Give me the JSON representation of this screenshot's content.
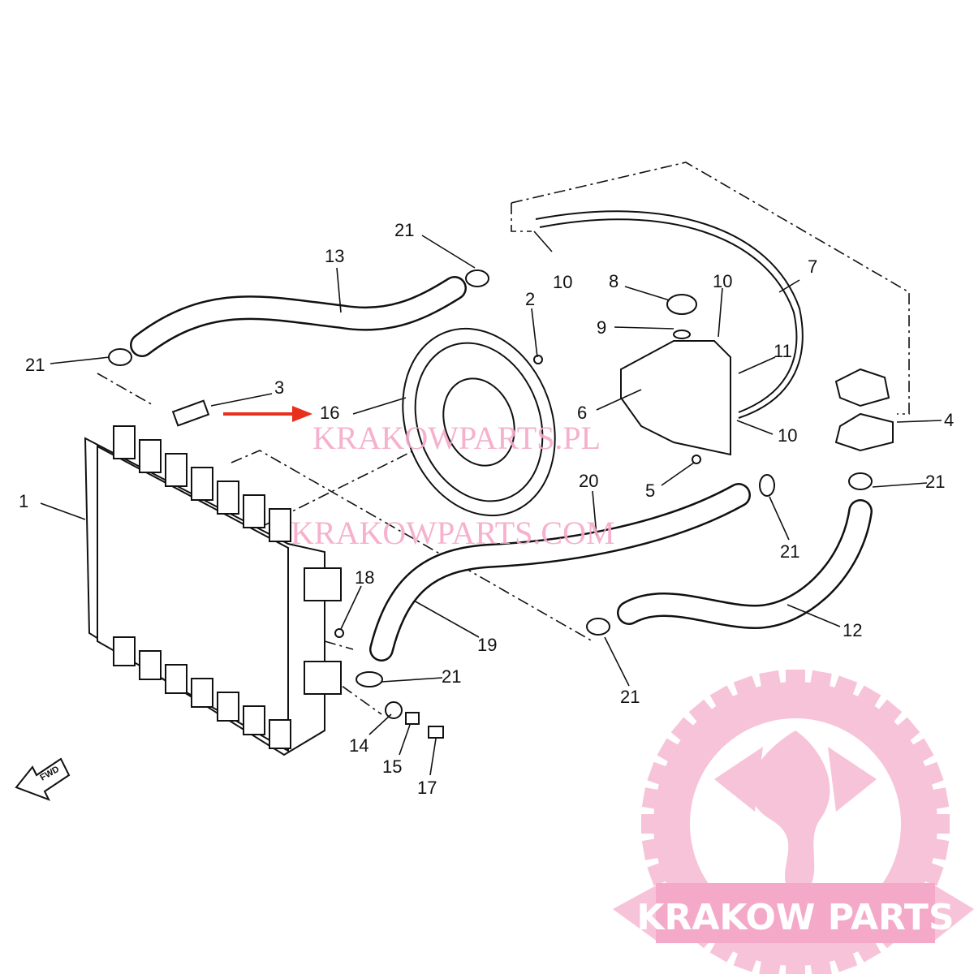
{
  "callouts": [
    {
      "id": "21a",
      "text": "21"
    },
    {
      "id": "13",
      "text": "13"
    },
    {
      "id": "10a",
      "text": "10"
    },
    {
      "id": "8",
      "text": "8"
    },
    {
      "id": "10b",
      "text": "10"
    },
    {
      "id": "7",
      "text": "7"
    },
    {
      "id": "2",
      "text": "2"
    },
    {
      "id": "9",
      "text": "9"
    },
    {
      "id": "11",
      "text": "11"
    },
    {
      "id": "21b",
      "text": "21"
    },
    {
      "id": "3",
      "text": "3"
    },
    {
      "id": "16",
      "text": "16"
    },
    {
      "id": "6",
      "text": "6"
    },
    {
      "id": "4",
      "text": "4"
    },
    {
      "id": "10c",
      "text": "10"
    },
    {
      "id": "1",
      "text": "1"
    },
    {
      "id": "20",
      "text": "20"
    },
    {
      "id": "21c",
      "text": "21"
    },
    {
      "id": "5",
      "text": "5"
    },
    {
      "id": "21d",
      "text": "21"
    },
    {
      "id": "18",
      "text": "18"
    },
    {
      "id": "12",
      "text": "12"
    },
    {
      "id": "19",
      "text": "19"
    },
    {
      "id": "21e",
      "text": "21"
    },
    {
      "id": "21f",
      "text": "21"
    },
    {
      "id": "14",
      "text": "14"
    },
    {
      "id": "15",
      "text": "15"
    },
    {
      "id": "17",
      "text": "17"
    }
  ],
  "fwd_label": "FWD",
  "watermarks": [
    "KRAKOWPARTS.PL",
    "KRAKOWPARTS.COM"
  ],
  "logo_text": "KRAKOW PARTS",
  "colors": {
    "arrow": "#e8301e",
    "watermark": "#f4a9c8",
    "logo": "#f7c3d8"
  }
}
